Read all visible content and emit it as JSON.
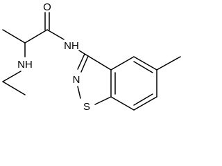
{
  "molecule": {
    "atoms": {
      "carbonyl_oxygen": "O",
      "amide_nitrogen": "NH",
      "amine_nitrogen": "NH",
      "ring_nitrogen": "N",
      "ring_sulfur": "S"
    }
  },
  "colors": {
    "bond": "#000000",
    "label": "#000000",
    "background": "#ffffff"
  }
}
